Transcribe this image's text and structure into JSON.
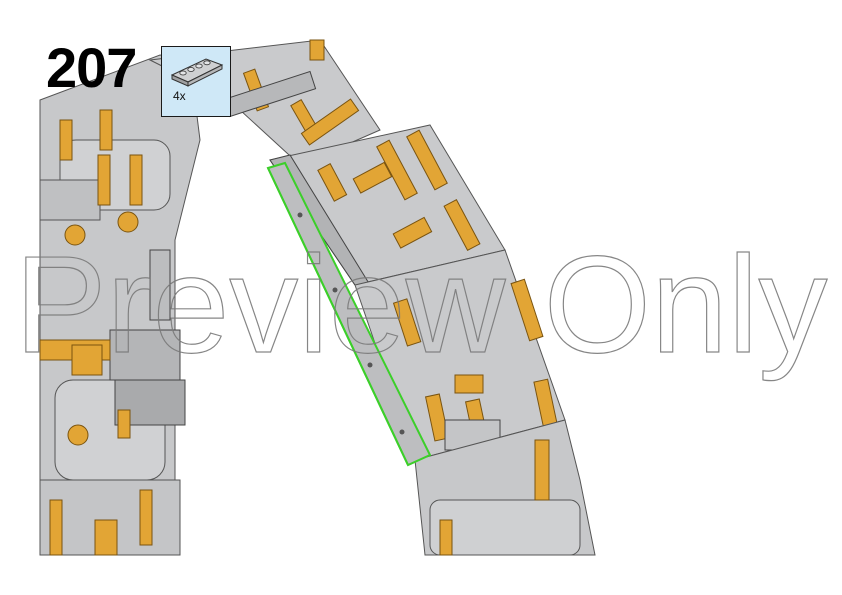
{
  "step": {
    "number": "207"
  },
  "parts_callout": {
    "quantity": "4x",
    "part_icon": "plate-1x4-icon"
  },
  "watermark": {
    "text": "Preview Only"
  },
  "colors": {
    "brick_gray": "#c8c9cb",
    "brick_orange": "#e2a535",
    "highlight_green": "#3ccf2a",
    "callout_bg": "#cfe8f7"
  }
}
